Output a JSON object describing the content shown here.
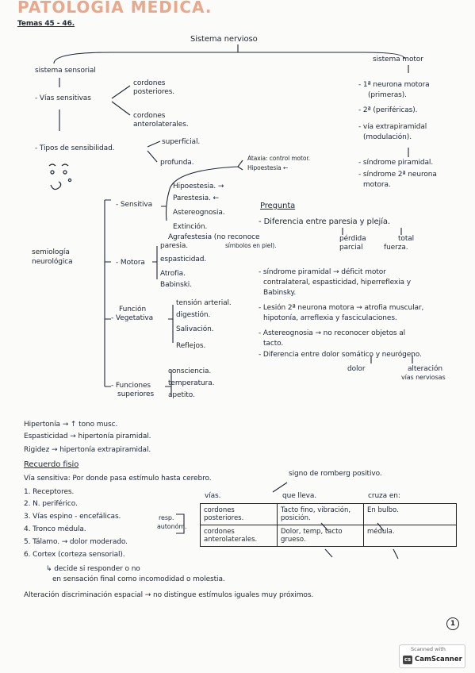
{
  "header": {
    "title": "PATOLOGÍA MÉDICA.",
    "topics": "Temas 45 - 46."
  },
  "root": "Sistema nervioso",
  "sensory": {
    "title": "sistema sensorial",
    "vias": "- Vías sensitivas",
    "cordones_post": [
      "cordones",
      "posteriores."
    ],
    "cordones_ant": [
      "cordones",
      "anterolaterales."
    ],
    "tipos": "- Tipos de sensibilidad.",
    "superficial": "superficial.",
    "profunda": "profunda."
  },
  "motor": {
    "title": "sistema motor",
    "items": [
      "- 1ª neurona motora",
      "(primeras).",
      "- 2ª (periféricas).",
      "- vía extrapiramidal",
      "(modulación).",
      "- síndrome piramidal.",
      "- síndrome 2ª neurona",
      "motora."
    ]
  },
  "ataxia": [
    "Ataxia: control motor.",
    "Hipoestesia ←"
  ],
  "semiologia": {
    "title": [
      "semiología",
      "neurológica"
    ],
    "sensitiva": "- Sensitiva",
    "sensitiva_items": [
      "Hipoestesia. →",
      "Parestesia. ←",
      "Astereognosia.",
      "Extinción.",
      "Agrafestesia (no reconoce",
      "símbolos en piel)."
    ],
    "motora": "- Motora",
    "motora_items": [
      "paresia.",
      "espasticidad.",
      "Atrofia.",
      "Babinski."
    ],
    "vegetativa": [
      "Función",
      "- Vegetativa"
    ],
    "vegetativa_items": [
      "tensión arterial.",
      "digestión.",
      "Salivación.",
      "Reflejos."
    ],
    "superiores": [
      "- Funciones",
      "superiores"
    ],
    "superiores_items": [
      "consciencia.",
      "temperatura.",
      "apetito."
    ]
  },
  "pregunta": {
    "title": "Pregunta",
    "q1": "- Diferencia entre paresia y plejía.",
    "q1_a": [
      "pérdida",
      "parcial"
    ],
    "q1_b": [
      "total",
      "fuerza."
    ],
    "items": [
      "- síndrome piramidal → déficit motor",
      "contralateral, espasticidad, hiperreflexia y",
      "Babinsky.",
      "- Lesión 2ª neurona motora → atrofia muscular,",
      "hipotonía, arreflexia y fasciculaciones.",
      "- Astereognosia → no reconocer objetos al",
      "tacto.",
      "- Diferencia entre dolor somático y neurógeno.",
      "dolor",
      "alteración",
      "vías nerviosas"
    ]
  },
  "hiper": [
    "Hipertonía → ↑ tono musc.",
    "Espasticidad → hipertonía piramidal.",
    "Rigidez → hipertonía extrapiramidal."
  ],
  "recuerdo": {
    "title": "Recuerdo fisio",
    "via": "Vía sensitiva: Por donde pasa estímulo hasta cerebro.",
    "romberg": "signo de romberg positivo.",
    "steps": [
      "1. Receptores.",
      "2. N. periférico.",
      "3. Vías espino - encefálicas.",
      "4. Tronco médula.",
      "5. Tálamo. → dolor moderado.",
      "6. Cortex (corteza sensorial)."
    ],
    "resp": [
      "resp.",
      "autonóm."
    ],
    "note": [
      "↳ decide si responder o no",
      "en sensación final como incomodidad o molestia."
    ],
    "final": "Alteración discriminación espacial → no distingue estímulos iguales muy próximos."
  },
  "table": {
    "headers": [
      "vías.",
      "que lleva.",
      "cruza en:"
    ],
    "rows": [
      [
        "cordones posteriores.",
        "Tacto fino, vibración, posición.",
        "En bulbo."
      ],
      [
        "cordones anterolaterales.",
        "Dolor, temp, tacto grueso.",
        "médula."
      ]
    ]
  },
  "page_number": "1",
  "scanner": {
    "label": "Scanned with",
    "name": "CamScanner"
  }
}
